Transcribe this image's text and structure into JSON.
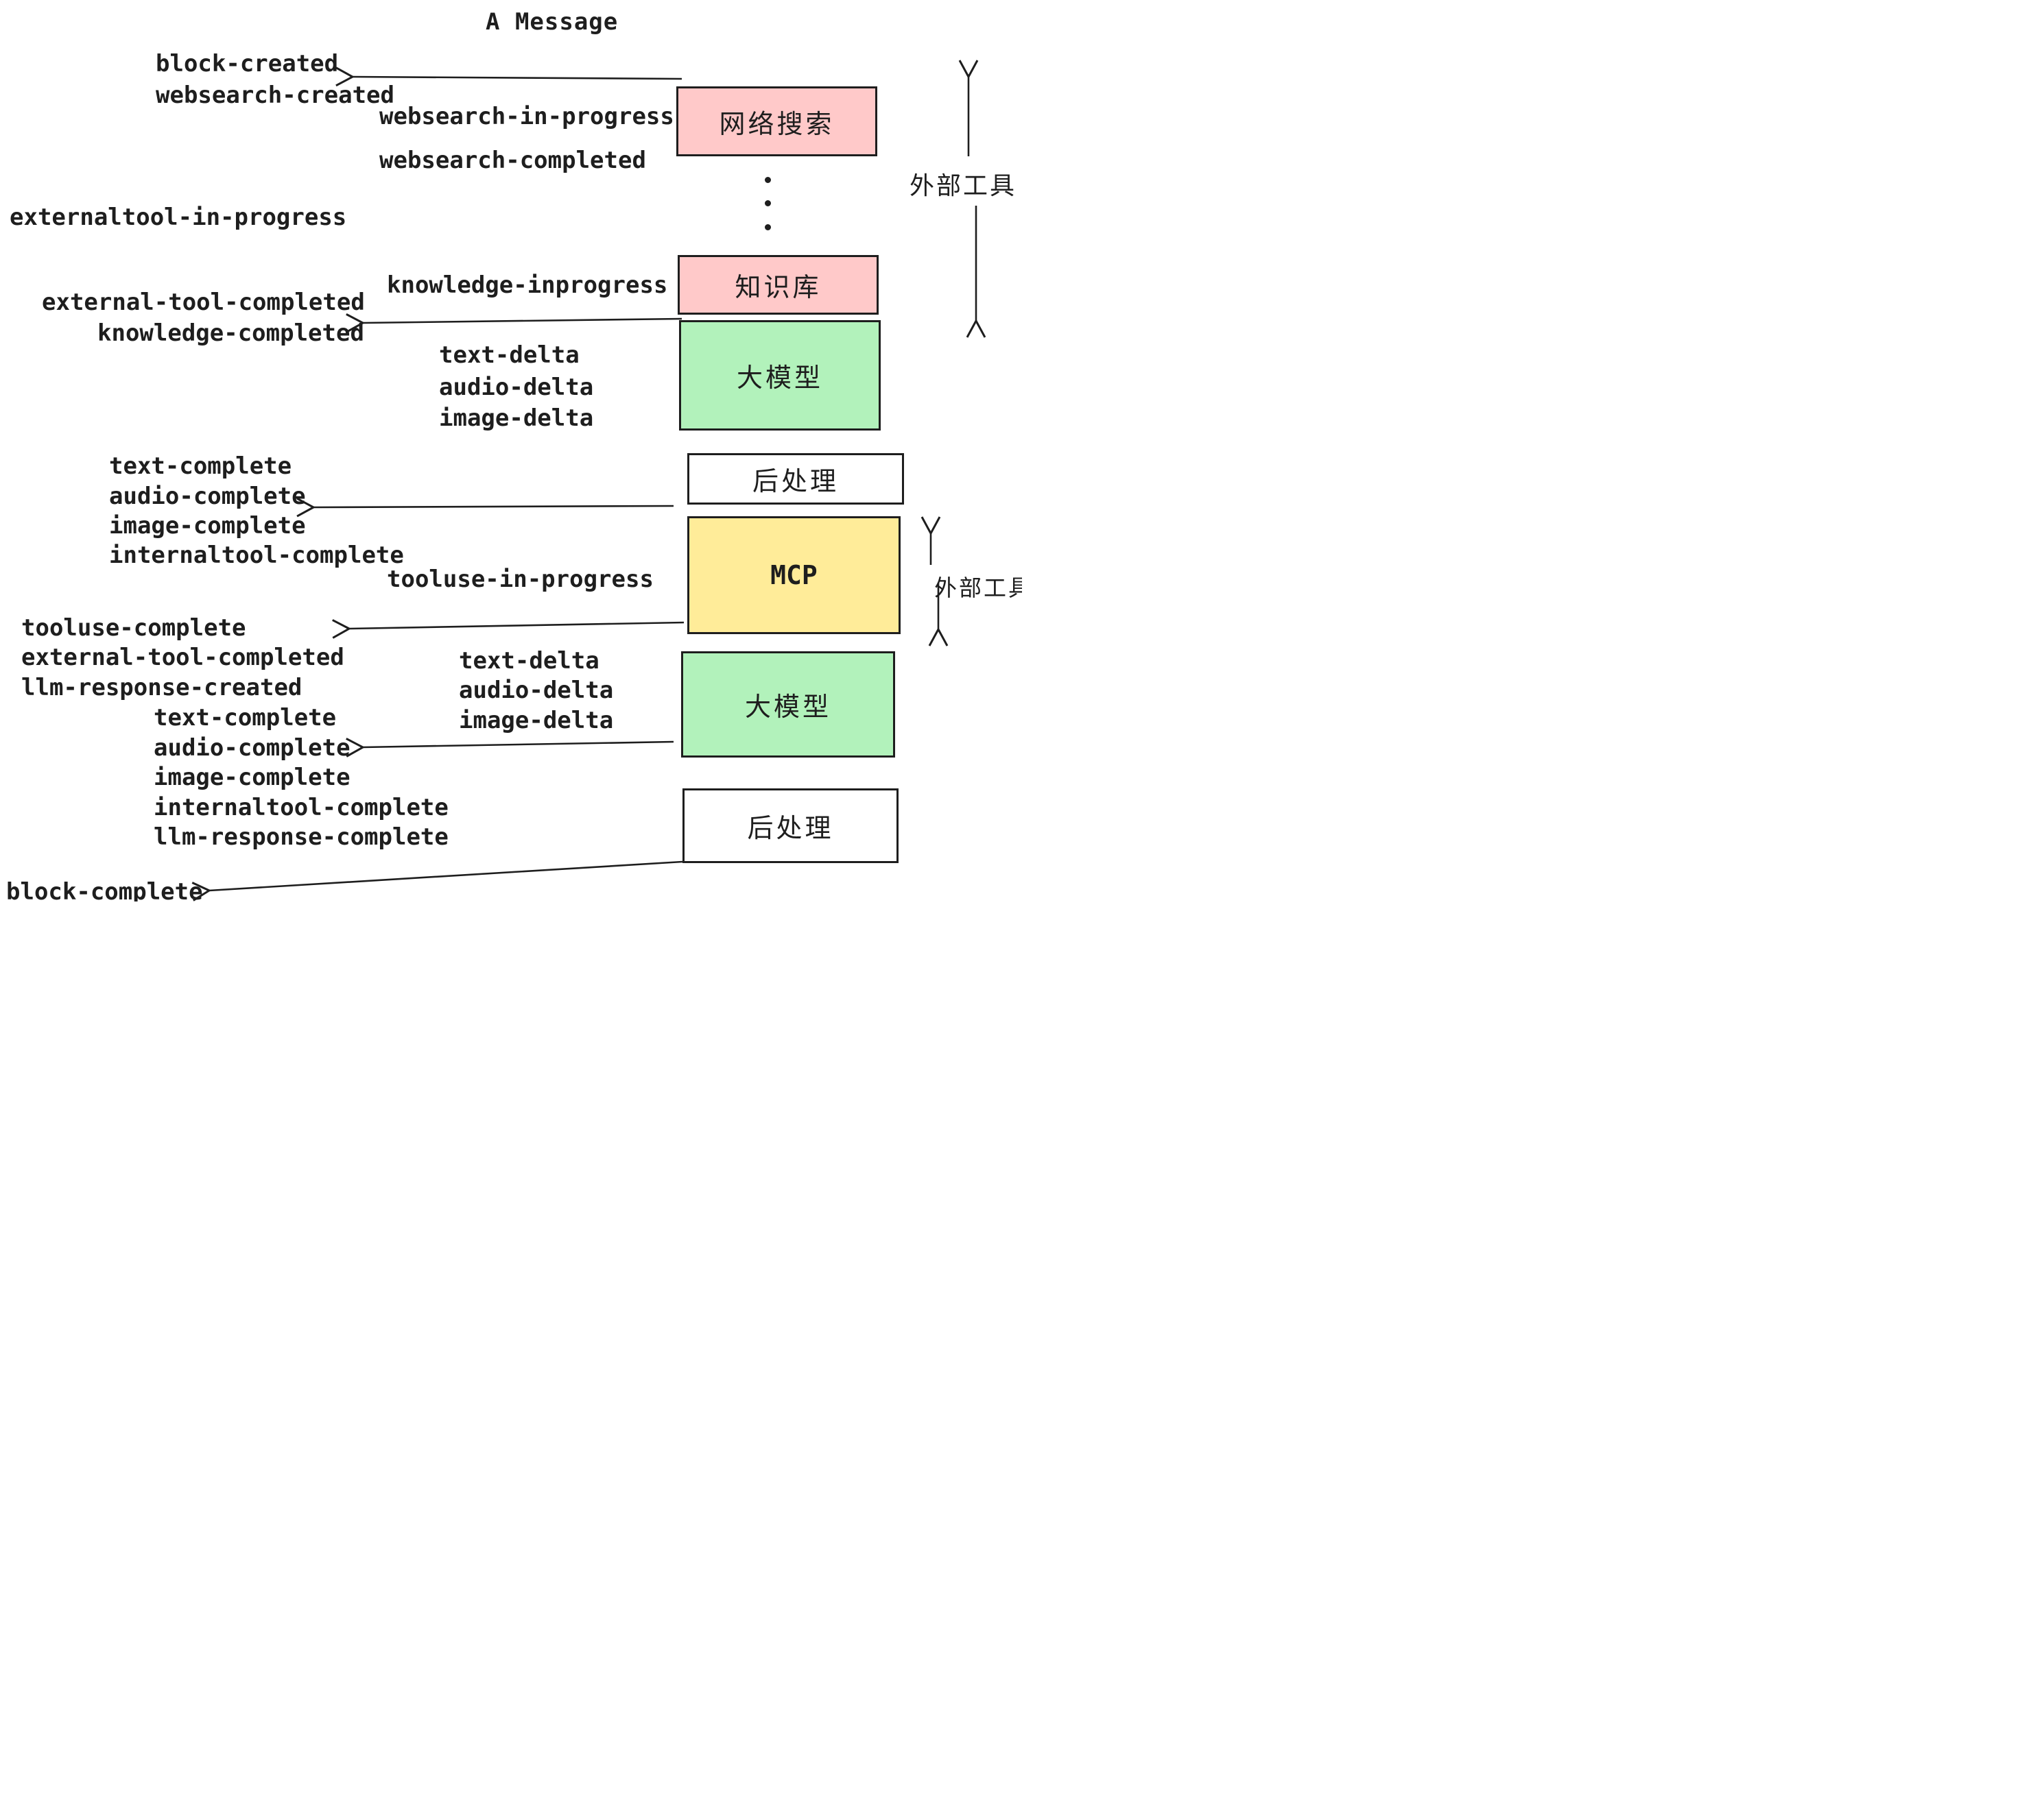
{
  "title": "A Message",
  "palette": {
    "ink": "#1e1e1e",
    "pink": "#ffc9c9",
    "green": "#b2f2bb",
    "yellow": "#ffec99",
    "white": "#ffffff"
  },
  "boxes": [
    {
      "id": "websearch",
      "label": "网络搜索",
      "color": "pink"
    },
    {
      "id": "knowledge",
      "label": "知识库",
      "color": "pink"
    },
    {
      "id": "llm_top",
      "label": "大模型",
      "color": "green"
    },
    {
      "id": "postprocess_top",
      "label": "后处理",
      "color": "white"
    },
    {
      "id": "mcp",
      "label": "MCP",
      "color": "yellow"
    },
    {
      "id": "llm_bottom",
      "label": "大模型",
      "color": "green"
    },
    {
      "id": "postprocess_bottom",
      "label": "后处理",
      "color": "white"
    }
  ],
  "side_labels": {
    "top": "外部工具",
    "mcp": "外部工具"
  },
  "events": {
    "block_created": "block-created",
    "websearch_created": "websearch-created",
    "websearch_in_progress": "websearch-in-progress",
    "websearch_completed": "websearch-completed",
    "externaltool_in_progress": "externaltool-in-progress",
    "knowledge_inprogress": "knowledge-inprogress",
    "external_tool_completed_1": "external-tool-completed",
    "knowledge_completed": "knowledge-completed",
    "text_delta_1": "text-delta",
    "audio_delta_1": "audio-delta",
    "image_delta_1": "image-delta",
    "text_complete_1": "text-complete",
    "audio_complete_1": "audio-complete",
    "image_complete_1": "image-complete",
    "internaltool_complete_1": "internaltool-complete",
    "tooluse_in_progress": "tooluse-in-progress",
    "tooluse_complete": "tooluse-complete",
    "external_tool_completed_2": "external-tool-completed",
    "llm_response_created": "llm-response-created",
    "text_delta_2": "text-delta",
    "audio_delta_2": "audio-delta",
    "image_delta_2": "image-delta",
    "text_complete_2": "text-complete",
    "audio_complete_2": "audio-complete",
    "image_complete_2": "image-complete",
    "internaltool_complete_2": "internaltool-complete",
    "llm_response_complete": "llm-response-complete",
    "block_complete": "block-complete"
  }
}
